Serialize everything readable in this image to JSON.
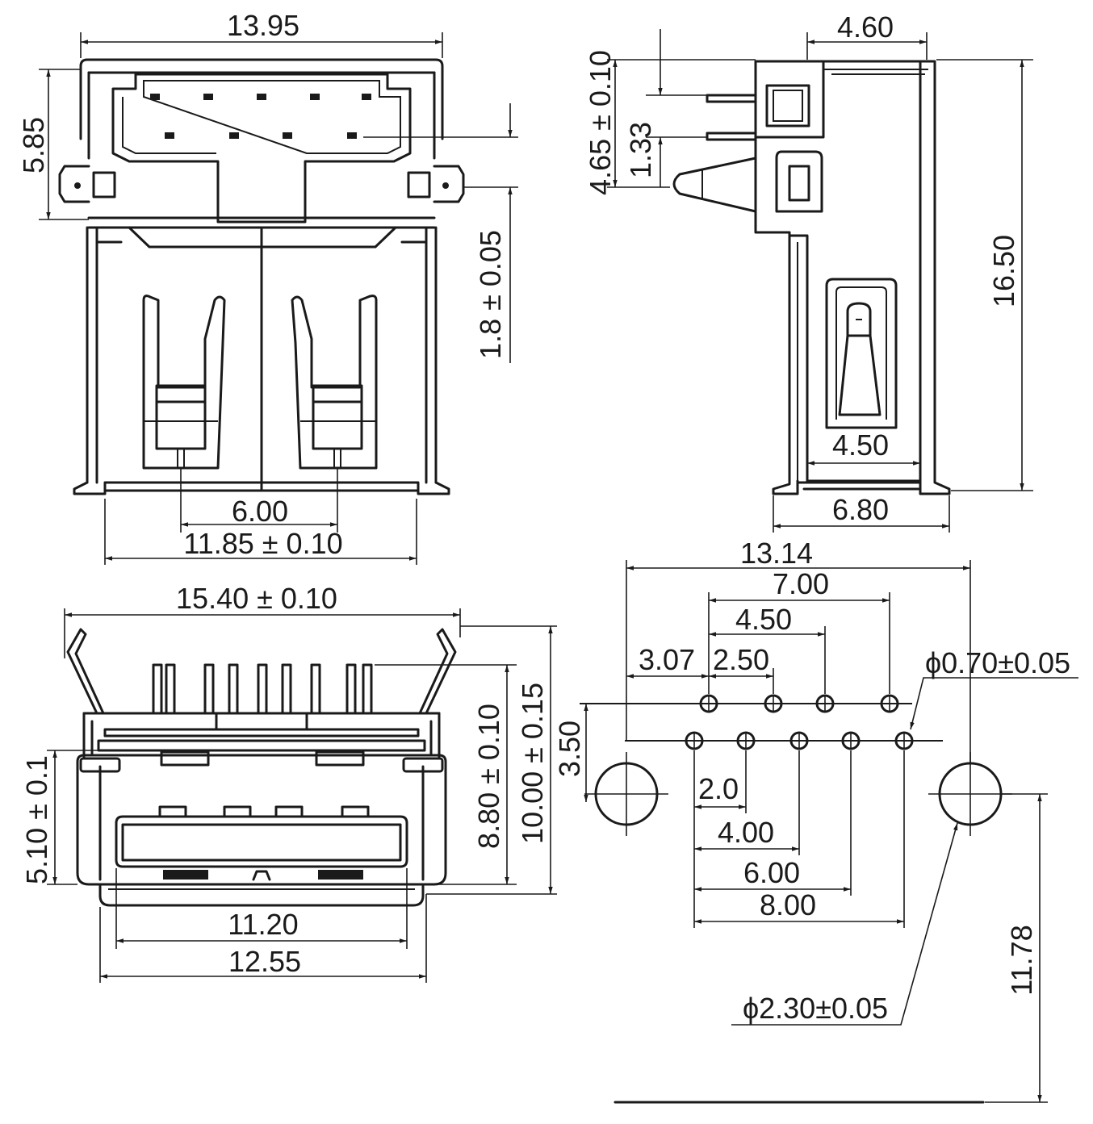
{
  "dimensions": {
    "top_view": {
      "width_overall": "13.95",
      "height_upper": "5.85",
      "pin_offset": "1.8 ± 0.05",
      "contact_pitch": "6.00",
      "inner_width": "11.85 ± 0.10"
    },
    "side_view": {
      "top_width": "4.60",
      "pin_height": "4.65 ± 0.10",
      "pin_spacing": "1.33",
      "overall_length": "16.50",
      "slot_width": "4.50",
      "base_width": "6.80"
    },
    "front_view": {
      "overall_width": "15.40 ± 0.10",
      "body_height": "8.80 ± 0.10",
      "overall_height": "10.00 ± 0.15",
      "port_height": "5.10 ± 0.1",
      "port_width": "11.20",
      "shell_width": "12.55"
    },
    "pcb_layout": {
      "overall_span": "13.14",
      "row1_span": "7.00",
      "row1_mid": "4.50",
      "offset": "3.07",
      "row1_pitch": "2.50",
      "pin_hole": "ϕ0.70±0.05",
      "row_spacing": "3.50",
      "row2_pitch": "2.0",
      "row2_4": "4.00",
      "row2_6": "6.00",
      "row2_8": "8.00",
      "mount_offset": "11.78",
      "mount_hole": "ϕ2.30±0.05"
    }
  }
}
